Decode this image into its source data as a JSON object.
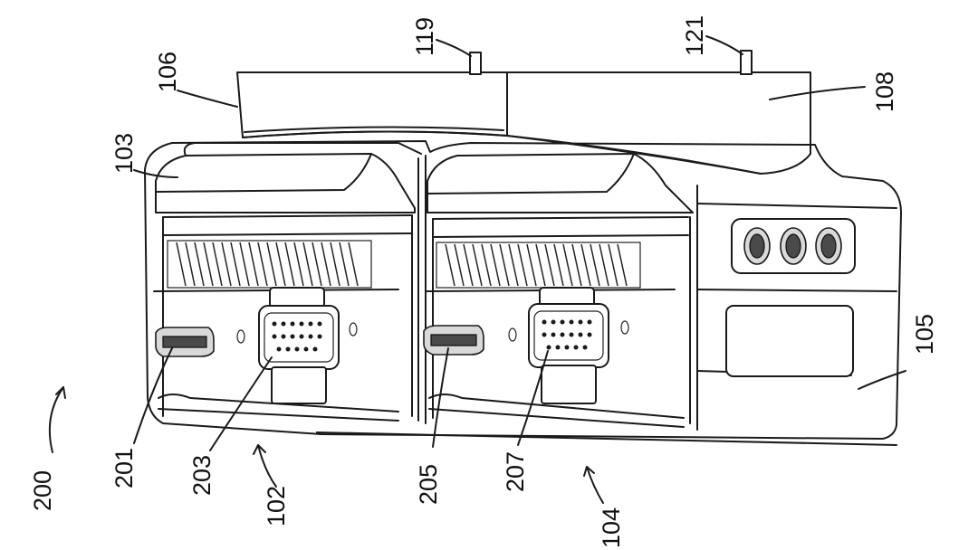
{
  "labels": {
    "l200": "200",
    "l201": "201",
    "l203": "203",
    "l102": "102",
    "l205": "205",
    "l207": "207",
    "l104": "104",
    "l105": "105",
    "l103": "103",
    "l106": "106",
    "l119": "119",
    "l121": "121",
    "l108": "108"
  },
  "colors": {
    "line": "#1a1a1a",
    "background": "#ffffff"
  }
}
